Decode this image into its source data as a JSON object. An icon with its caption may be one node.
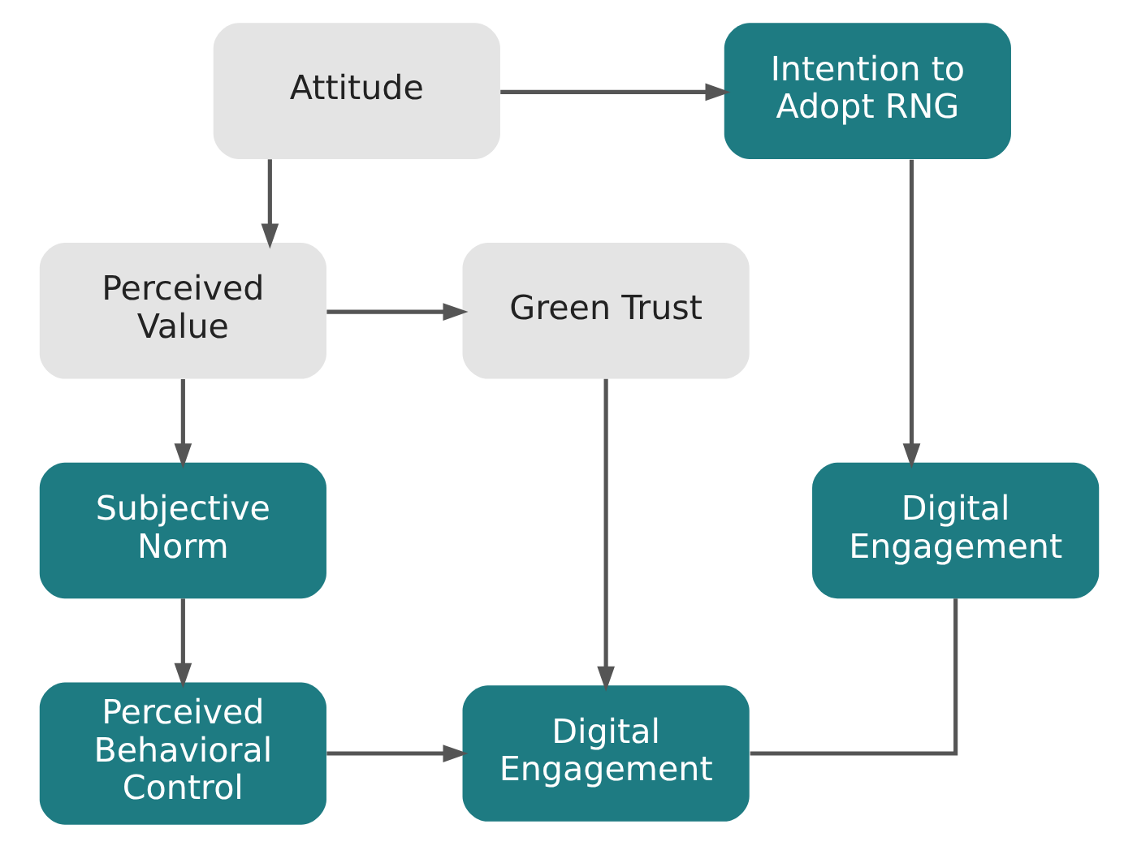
{
  "diagram": {
    "nodes": [
      {
        "text": [
          "Attitude"
        ]
      },
      {
        "text": [
          "Intention to Adopt RNG"
        ]
      },
      {
        "text": [
          "Perceived Value"
        ]
      },
      {
        "text": [
          "Green Trust"
        ]
      },
      {
        "text": [
          "Subjective Norm"
        ]
      },
      {
        "text": [
          "Digital Engagement"
        ]
      },
      {
        "text": [
          "Perceived Behavioral Control"
        ]
      },
      {
        "text": [
          "Digital Engagement"
        ]
      }
    ],
    "edges": [
      {
        "from": 0,
        "to": 1,
        "arrow": "to"
      },
      {
        "from": 0,
        "to": 2,
        "arrow": "to"
      },
      {
        "from": 2,
        "to": 3,
        "arrow": "to"
      },
      {
        "from": 2,
        "to": 4,
        "arrow": "to"
      },
      {
        "from": 1,
        "to": 5,
        "arrow": "to"
      },
      {
        "from": 4,
        "to": 6,
        "arrow": "to"
      },
      {
        "from": 3,
        "to": 7,
        "arrow": "to"
      },
      {
        "from": 6,
        "to": 7,
        "arrow": "to"
      },
      {
        "from": 5,
        "to": 7,
        "arrow": "none"
      }
    ]
  }
}
